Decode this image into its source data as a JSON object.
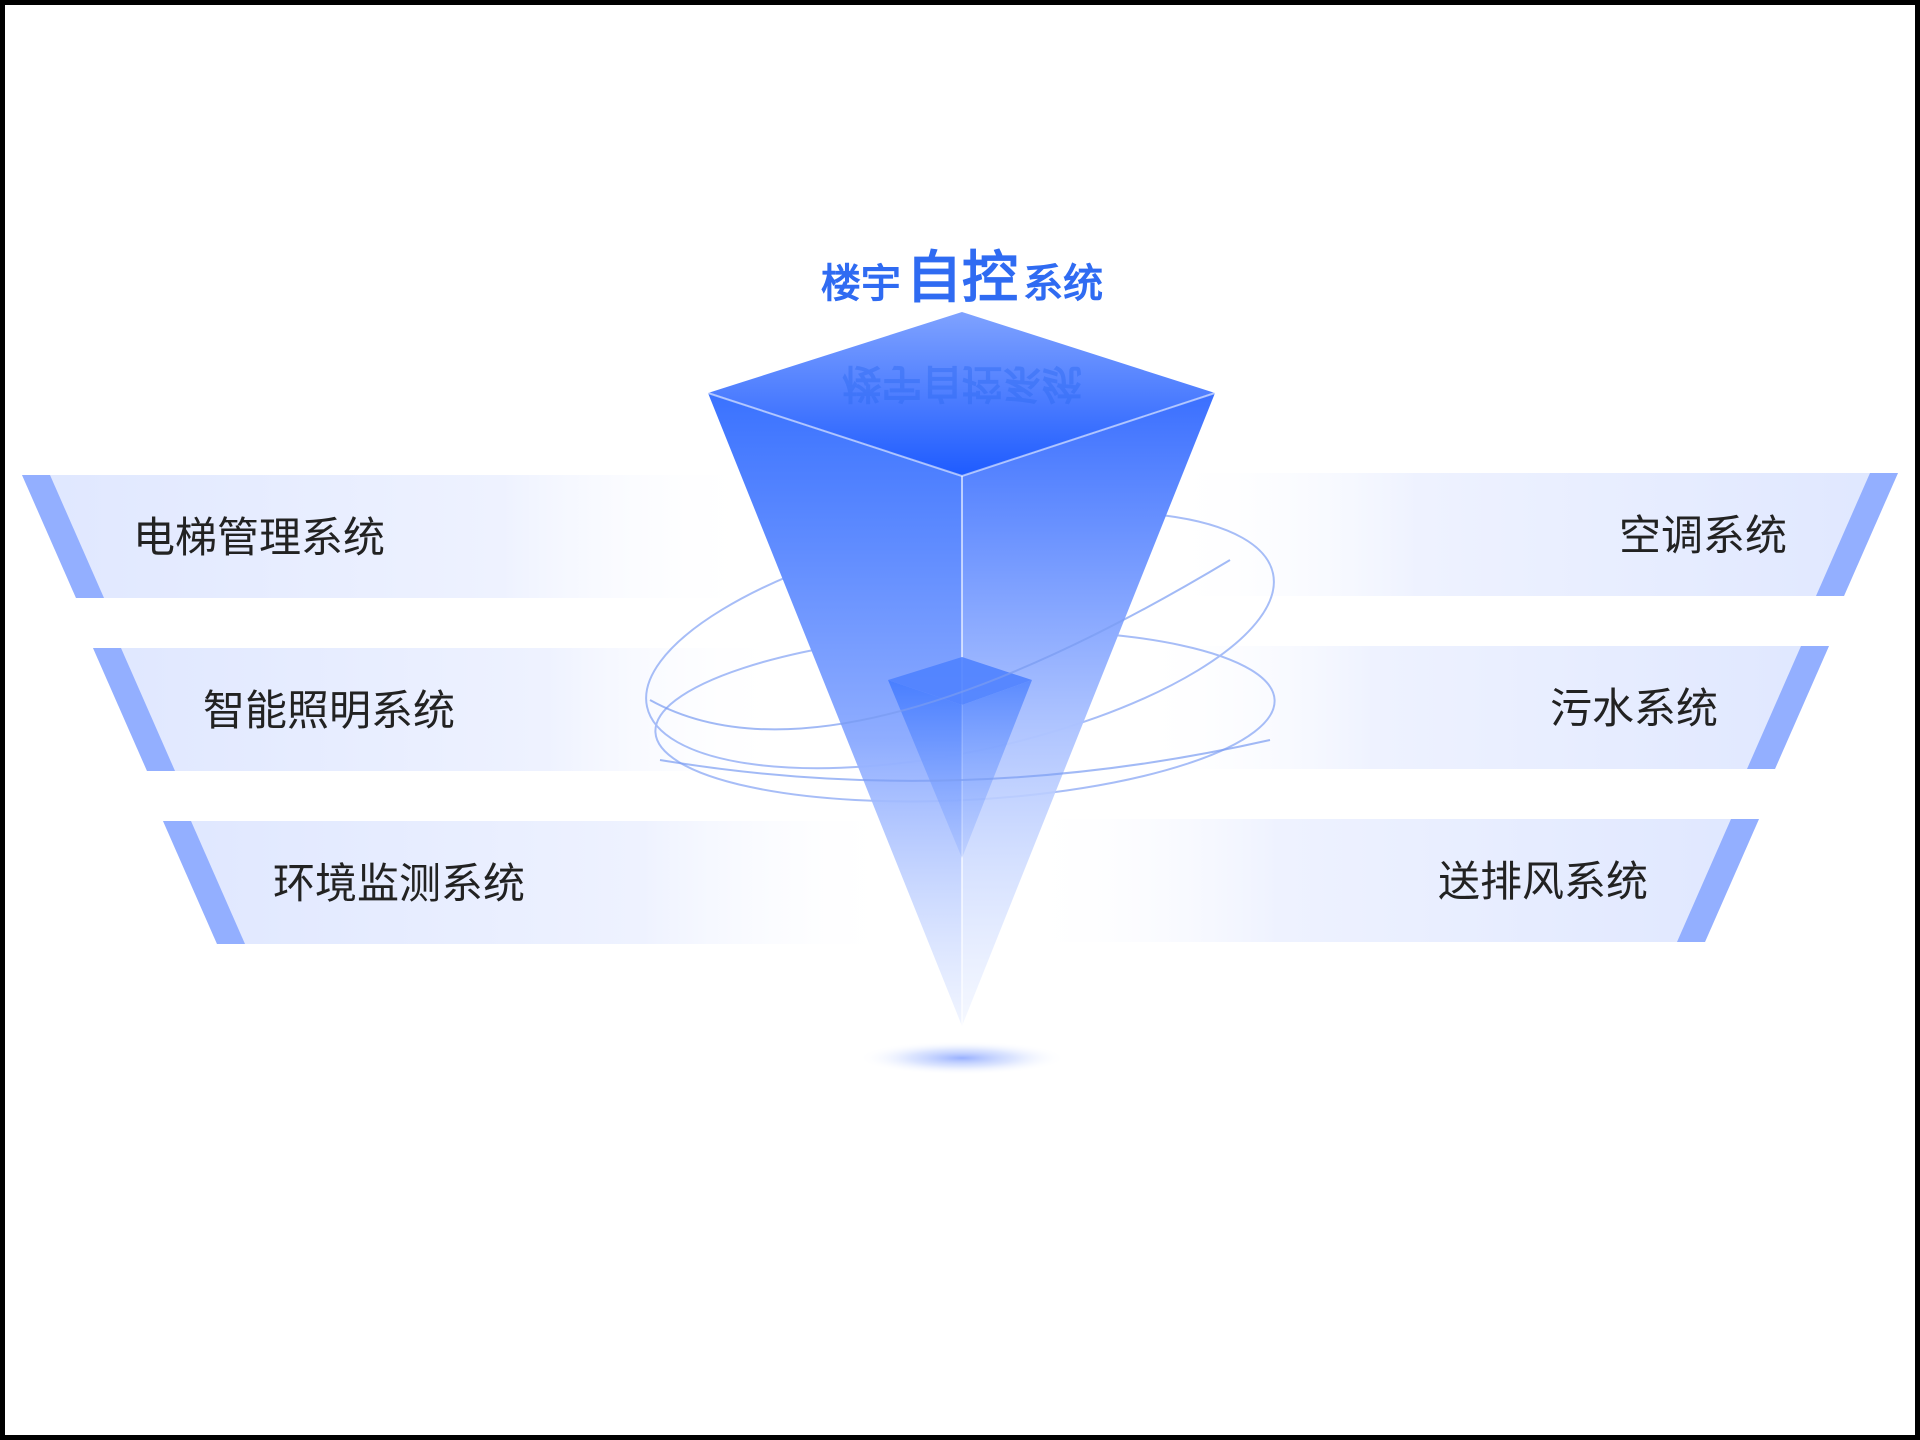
{
  "title": {
    "small_1": "楼宇",
    "big": "自控",
    "small_2": "系统",
    "reflection": "楼宇自控系统"
  },
  "left_systems": [
    "电梯管理系统",
    "智能照明系统",
    "环境监测系统"
  ],
  "right_systems": [
    "空调系统",
    "污水系统",
    "送排风系统"
  ],
  "colors": {
    "accent": "#2f6bf2",
    "pyramid_deep": "#1e5bff",
    "band_edge": "#93afff",
    "band_fill": "#e4ebff",
    "text": "#222222",
    "frame": "#000000"
  }
}
